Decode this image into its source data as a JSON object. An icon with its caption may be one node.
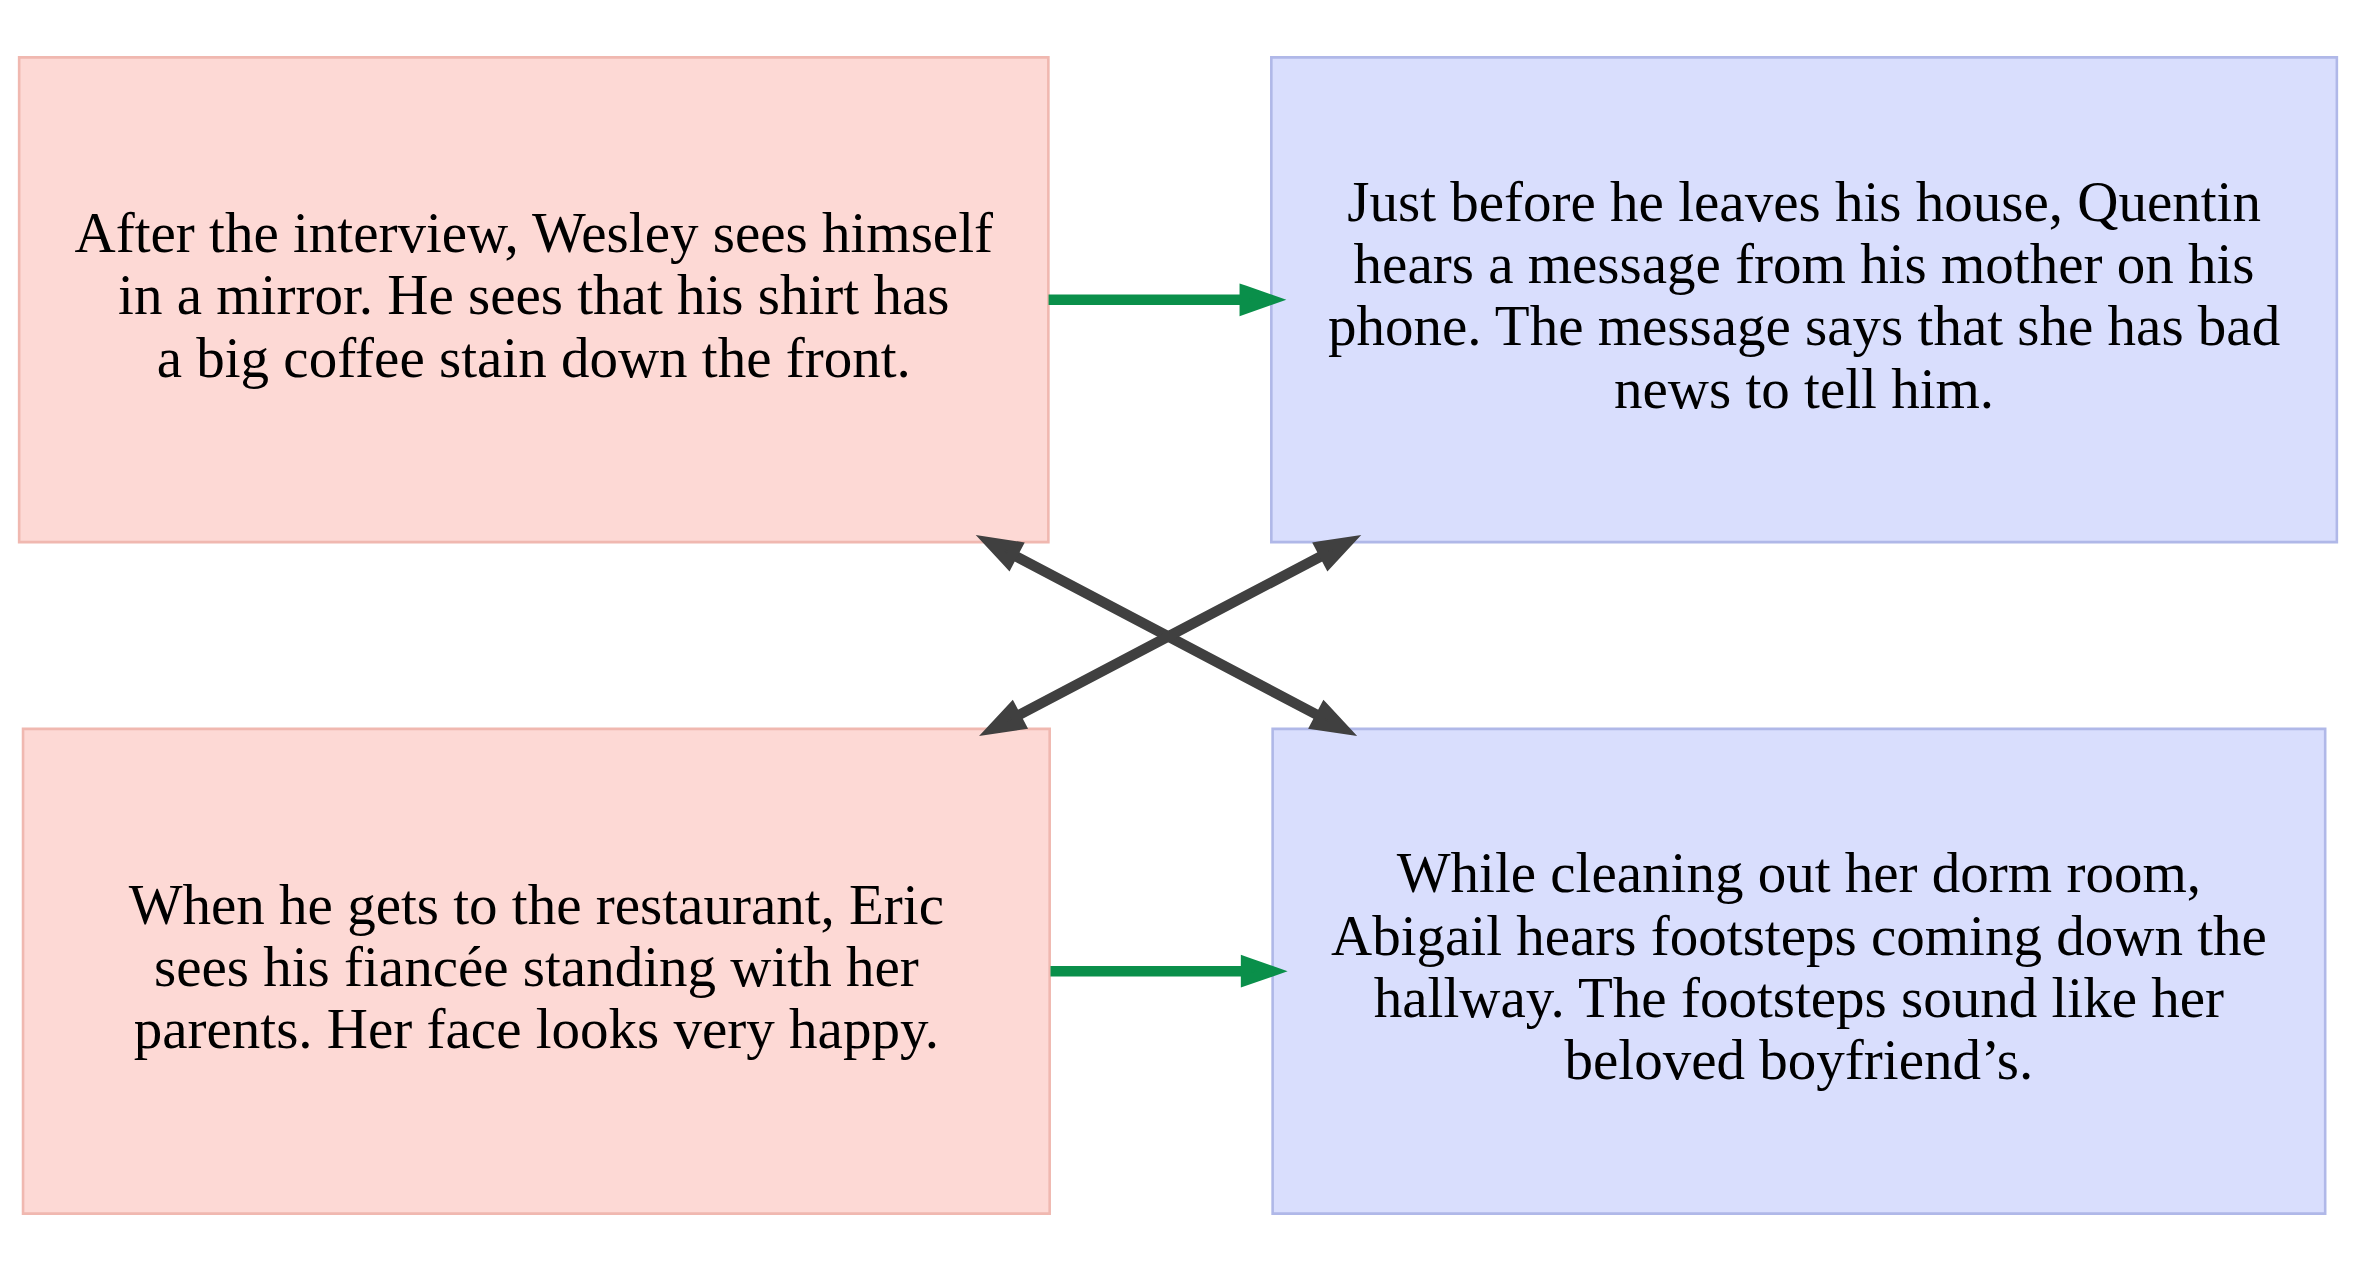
{
  "diagram": {
    "nodes": [
      {
        "text": [
          "After the interview, Wesley sees himself in a mirror. He sees that his shirt has a big coffee stain down the front."
        ]
      },
      {
        "text": [
          "Just before he leaves his house, Quentin hears a message from his mother on his phone. The message says that she has bad news to tell him."
        ]
      },
      {
        "text": [
          "When he gets to the restaurant, Eric sees his fiancée standing with her parents. Her face looks very happy."
        ]
      },
      {
        "text": [
          "While cleaning out her dorm room, Abigail hears footsteps coming down the hallway. The footsteps sound like her beloved boyfriend’s."
        ]
      }
    ],
    "edges": [
      {
        "from": 0,
        "to": 1,
        "arrow": "to",
        "color": "#0a8f4a"
      },
      {
        "from": 2,
        "to": 3,
        "arrow": "to",
        "color": "#0a8f4a"
      },
      {
        "from": 0,
        "to": 3,
        "arrow": "both",
        "color": "#404040"
      },
      {
        "from": 1,
        "to": 2,
        "arrow": "both",
        "color": "#404040"
      }
    ]
  }
}
